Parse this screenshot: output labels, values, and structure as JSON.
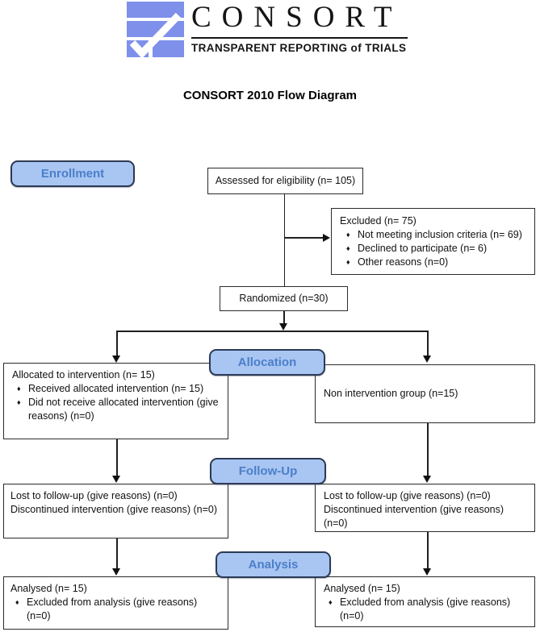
{
  "logo": {
    "brand": "CONSORT",
    "tagline": "TRANSPARENT REPORTING of TRIALS"
  },
  "title": "CONSORT 2010 Flow Diagram",
  "glyphs": {
    "bullet": "♦"
  },
  "colors": {
    "logo_blue": "#7e90ea",
    "white": "#ffffff",
    "stage_fill": "#a9c5f2",
    "stage_border": "#2c3a55",
    "stage_text": "#4a7fca",
    "box_border": "#2b2b2b",
    "line": "#1f1f1f"
  },
  "stages": {
    "enrollment": "Enrollment",
    "allocation": "Allocation",
    "followup": "Follow-Up",
    "analysis": "Analysis"
  },
  "boxes": {
    "assessed": {
      "text": "Assessed for eligibility (n= 105)"
    },
    "excluded": {
      "title": "Excluded (n= 75)",
      "items": [
        "Not meeting inclusion criteria (n= 69)",
        "Declined to participate (n= 6)",
        "Other reasons (n=0)"
      ]
    },
    "randomized": {
      "text": "Randomized (n=30)"
    },
    "allocated_intervention": {
      "title": "Allocated to intervention (n= 15)",
      "items": [
        "Received allocated intervention (n= 15)",
        "Did not receive allocated intervention (give reasons) (n=0)"
      ]
    },
    "non_intervention": {
      "text": "Non intervention group (n=15)"
    },
    "followup_intervention": {
      "lines": [
        "Lost to follow-up (give reasons) (n=0)",
        "Discontinued intervention (give reasons) (n=0)"
      ]
    },
    "followup_control": {
      "lines": [
        "Lost to follow-up (give reasons) (n=0)",
        "Discontinued intervention (give reasons) (n=0)"
      ]
    },
    "analysis_intervention": {
      "title": "Analysed (n= 15)",
      "items": [
        "Excluded from analysis (give reasons) (n=0)"
      ]
    },
    "analysis_control": {
      "title": "Analysed (n= 15)",
      "items": [
        "Excluded from analysis (give reasons) (n=0)"
      ]
    }
  }
}
